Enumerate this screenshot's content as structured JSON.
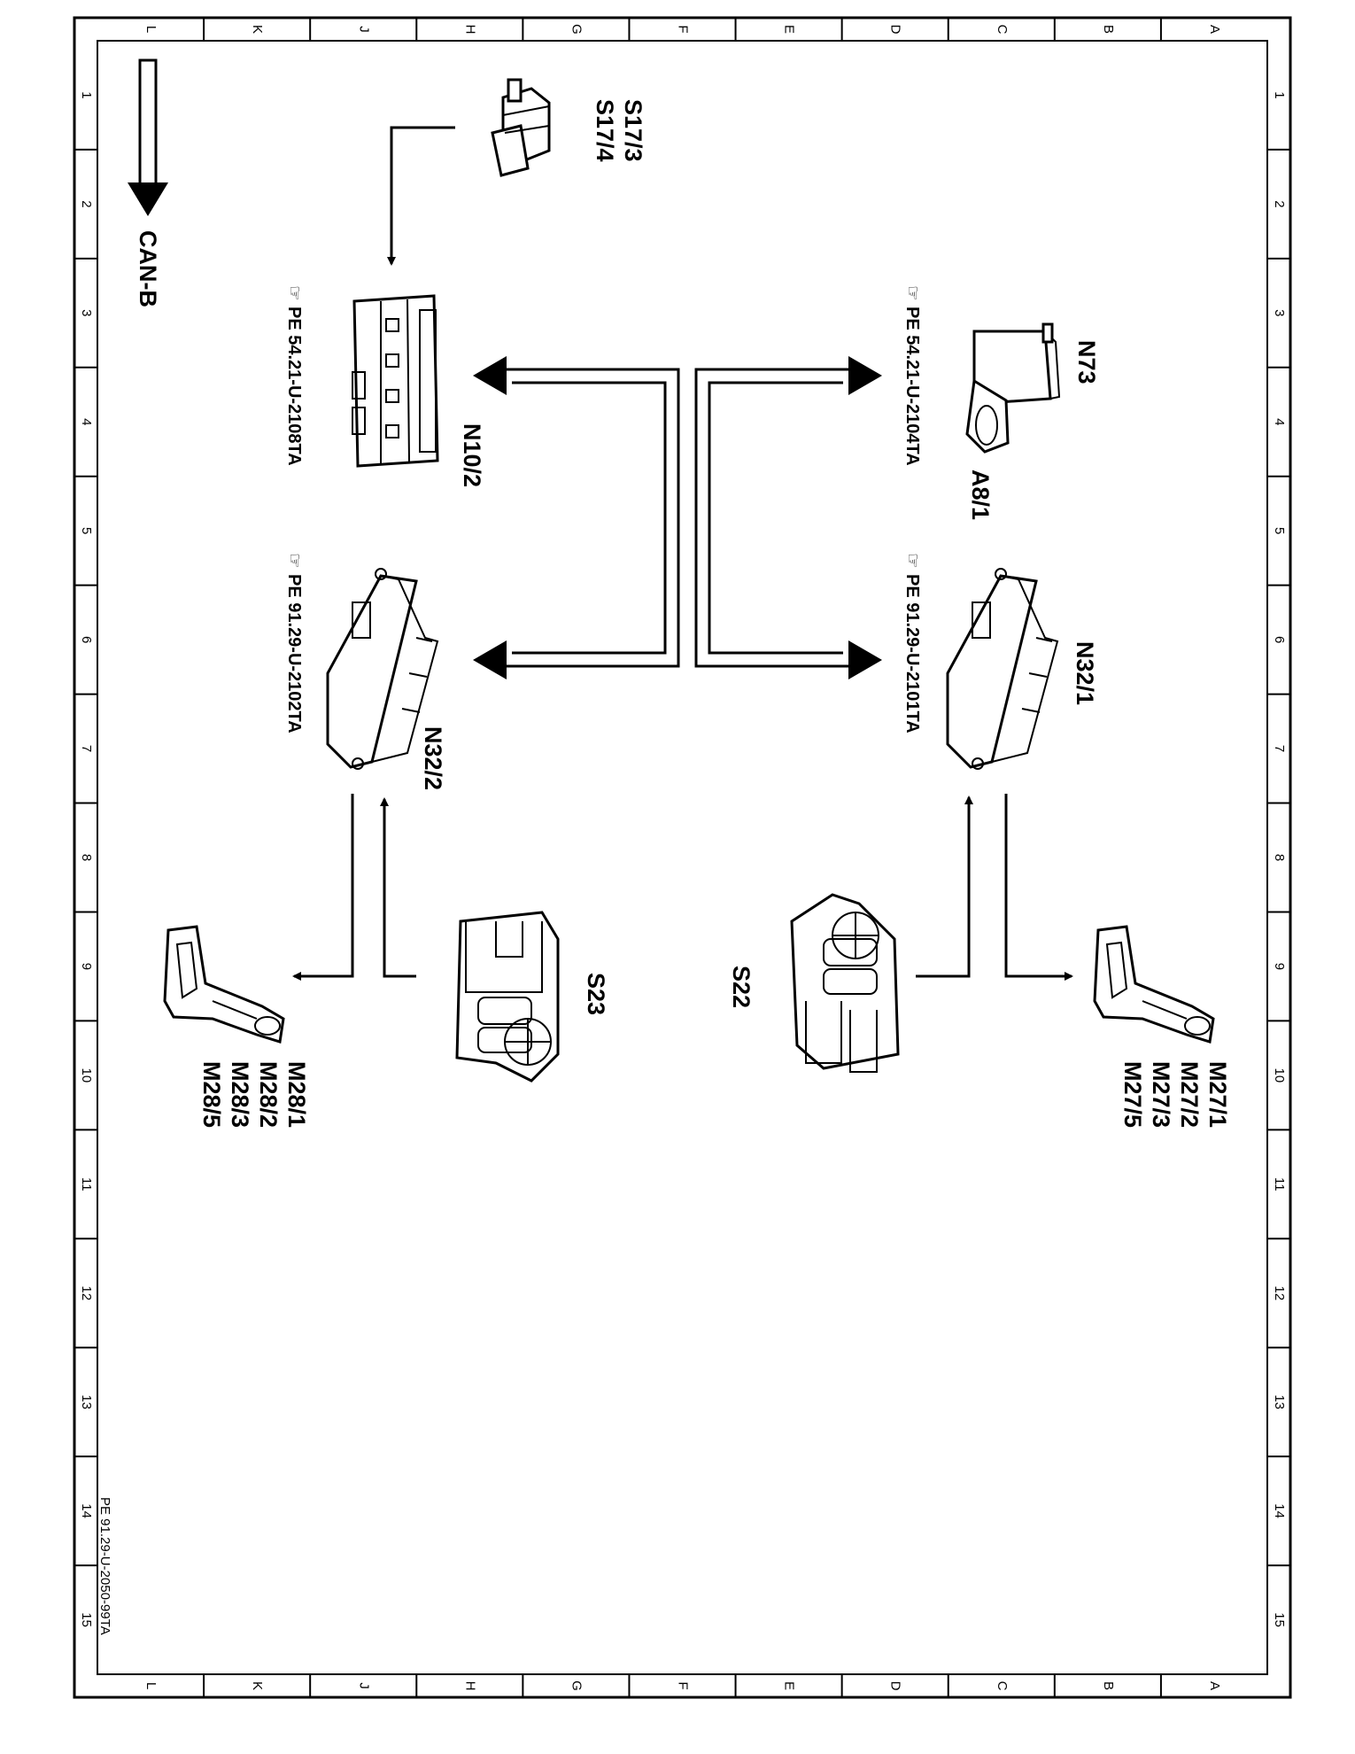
{
  "document": {
    "footer_ref": "PE 91.29-U-2050-99TA"
  },
  "grid": {
    "columns": [
      "L",
      "K",
      "J",
      "H",
      "G",
      "F",
      "E",
      "D",
      "C",
      "B",
      "A"
    ],
    "rows": [
      "1",
      "2",
      "3",
      "4",
      "5",
      "6",
      "7",
      "8",
      "9",
      "10",
      "11",
      "12",
      "13",
      "14",
      "15"
    ]
  },
  "legend": {
    "label": "CAN-B"
  },
  "components": {
    "s17": {
      "line1": "S17/3",
      "line2": "S17/4"
    },
    "n10_2": {
      "label": "N10/2",
      "ref": "PE 54.21-U-2108TA"
    },
    "n73": {
      "label": "N73",
      "sub": "A8/1",
      "ref": "PE 54.21-U-2104TA"
    },
    "n32_2": {
      "label": "N32/2",
      "ref": "PE 91.29-U-2102TA"
    },
    "n32_1": {
      "label": "N32/1",
      "ref": "PE 91.29-U-2101TA"
    },
    "s23": {
      "label": "S23"
    },
    "s22": {
      "label": "S22"
    },
    "m28": {
      "lines": [
        "M28/1",
        "M28/2",
        "M28/3",
        "M28/5"
      ]
    },
    "m27": {
      "lines": [
        "M27/1",
        "M27/2",
        "M27/3",
        "M27/5"
      ]
    }
  },
  "icons": {
    "reference": "pointing-hand-icon",
    "bus_arrow": "arrow-down-icon"
  },
  "colors": {
    "ink": "#000000",
    "paper": "#ffffff"
  }
}
